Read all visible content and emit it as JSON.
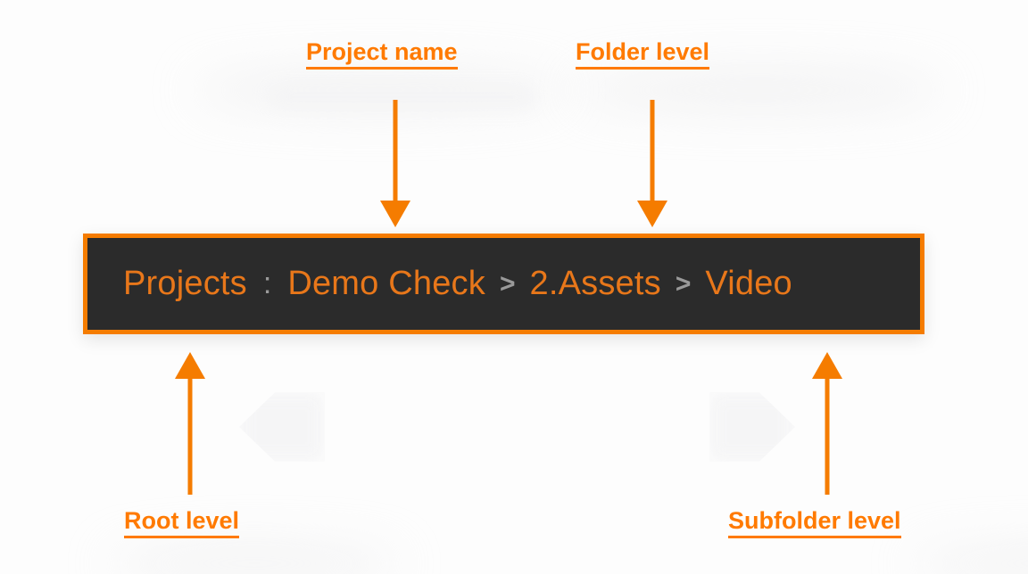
{
  "colors": {
    "accent": "#FF7A00",
    "border": "#F57C00",
    "bar_background": "#2B2B2B",
    "breadcrumb_text": "#E8771A",
    "separator": "#9A9A9A",
    "page_background": "#FDFDFD"
  },
  "breadcrumb": {
    "items": [
      {
        "label": "Projects",
        "separator_after": ":"
      },
      {
        "label": "Demo Check",
        "separator_after": ">"
      },
      {
        "label": "2.Assets",
        "separator_after": ">"
      },
      {
        "label": "Video",
        "separator_after": ""
      }
    ]
  },
  "callouts": [
    {
      "id": "project-name",
      "label": "Project name",
      "points_to": "Demo Check",
      "direction": "down"
    },
    {
      "id": "folder-level",
      "label": "Folder level",
      "points_to": "2.Assets",
      "direction": "down"
    },
    {
      "id": "root-level",
      "label": "Root level",
      "points_to": "Projects",
      "direction": "up"
    },
    {
      "id": "subfolder-level",
      "label": "Subfolder level",
      "points_to": "Video",
      "direction": "up"
    }
  ]
}
